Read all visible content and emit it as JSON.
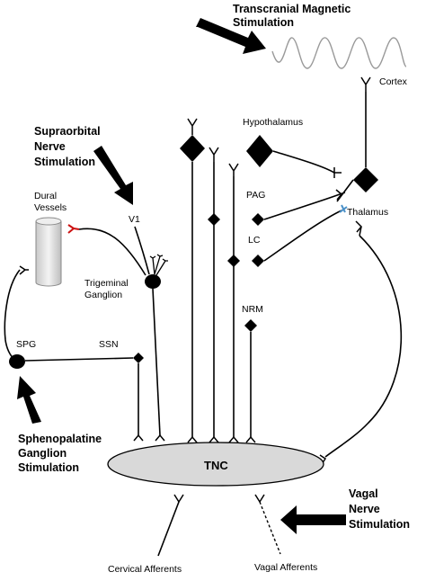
{
  "labels": {
    "tms_line1": "Transcranial Magnetic",
    "tms_line2": "Stimulation",
    "cortex": "Cortex",
    "hypothalamus": "Hypothalamus",
    "supraorbital_line1": "Supraorbital",
    "supraorbital_line2": "Nerve",
    "supraorbital_line3": "Stimulation",
    "dural_line1": "Dural",
    "dural_line2": "Vessels",
    "v1": "V1",
    "pag": "PAG",
    "thalamus": "Thalamus",
    "lc": "LC",
    "trigeminal_line1": "Trigeminal",
    "trigeminal_line2": "Ganglion",
    "nrm": "NRM",
    "spg": "SPG",
    "ssn": "SSN",
    "spheno_line1": "Sphenopalatine",
    "spheno_line2": "Ganglion",
    "spheno_line3": "Stimulation",
    "tnc": "TNC",
    "vagal_line1": "Vagal",
    "vagal_line2": "Nerve",
    "vagal_line3": "Stimulation",
    "cervical": "Cervical Afferents",
    "vagal_afferents": "Vagal Afferents"
  },
  "colors": {
    "ink": "#000000",
    "tnc_fill": "#d9d9d9",
    "wave": "#9a9a9a",
    "synapse_red": "#cc1111",
    "synapse_blue": "#4a90c8"
  }
}
